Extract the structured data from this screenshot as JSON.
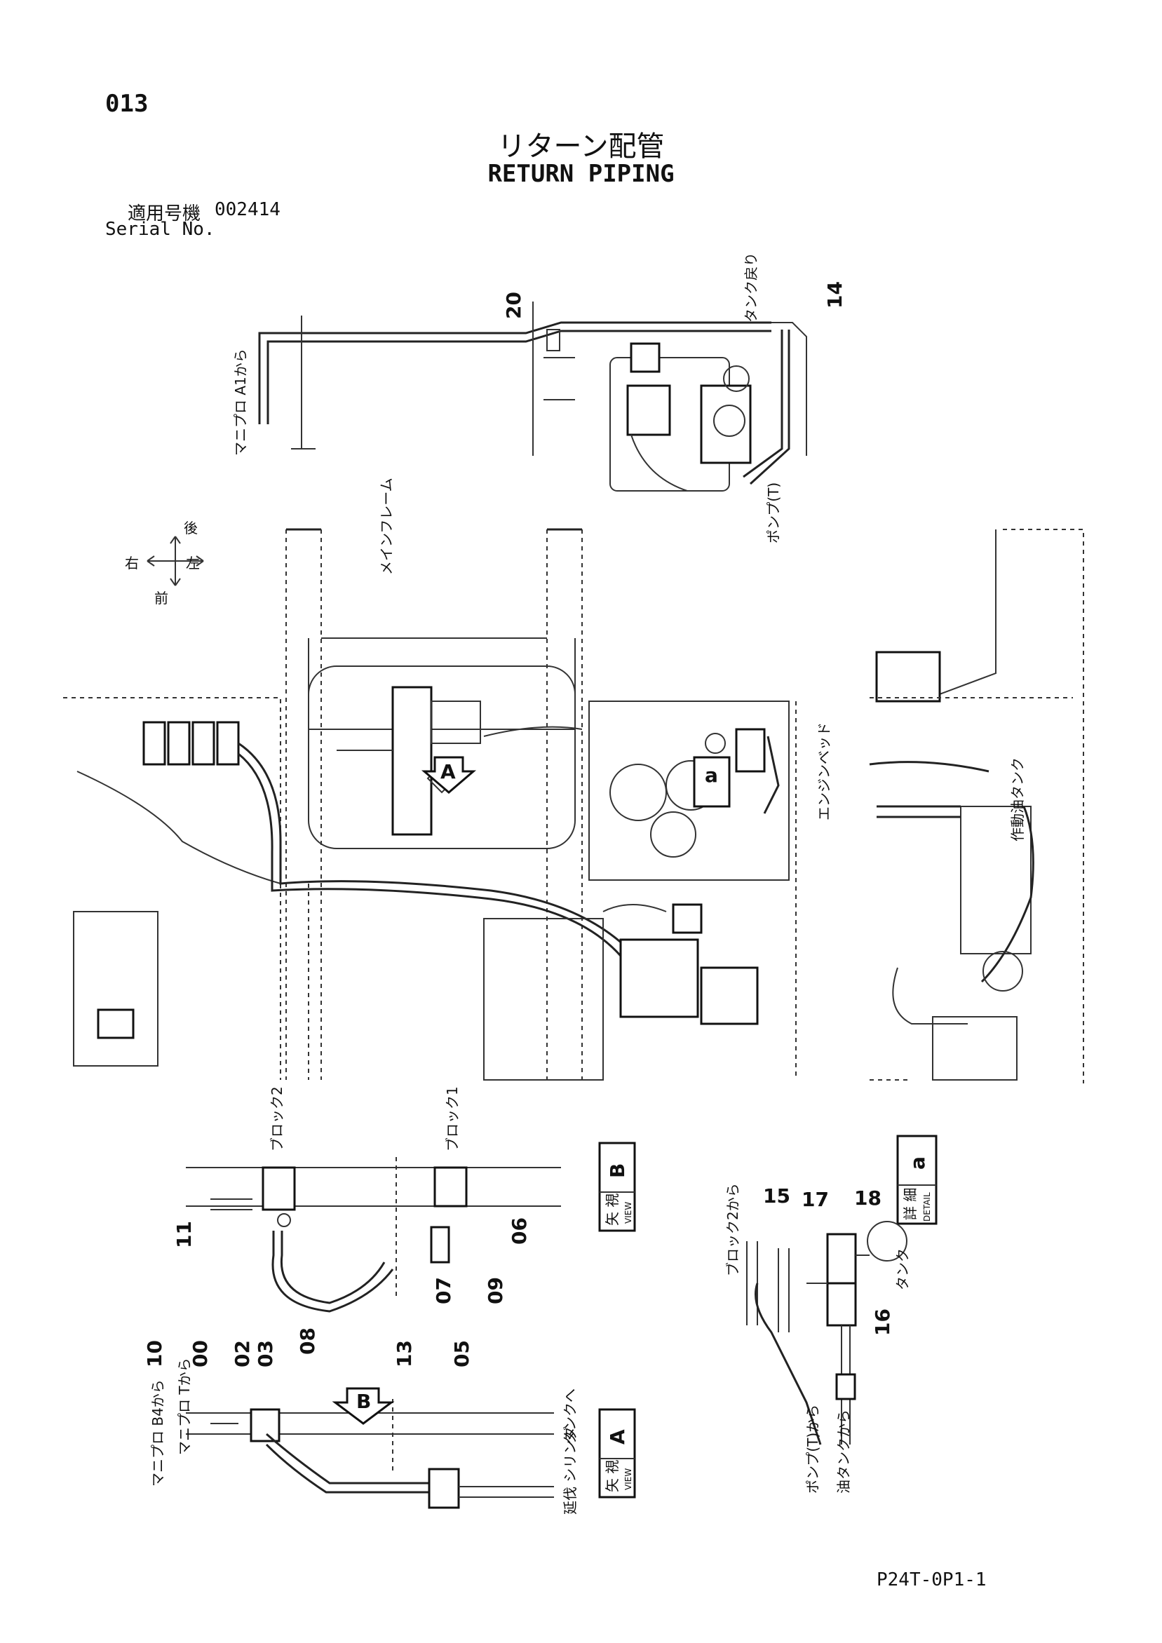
{
  "page_number": "013",
  "title_jp": "リターン配管",
  "title_en": "RETURN PIPING",
  "serial": {
    "label_jp": "適用号機",
    "value": "002414",
    "label_en": "Serial No."
  },
  "doc_code": "P24T-0P1-1",
  "part_numbers": {
    "p20": "20",
    "p14": "14",
    "p11": "11",
    "p06": "06",
    "p07": "07",
    "p08": "08",
    "p09": "09",
    "p10": "10",
    "p00": "00",
    "p02": "02",
    "p03": "03",
    "p13": "13",
    "p05": "05",
    "p15": "15",
    "p17": "17",
    "p18": "18",
    "p16": "16"
  },
  "labels": {
    "manifold_a1": "マニプロ A1から",
    "tank_return": "タンク戻り",
    "pump_t": "ポンプ(T)",
    "main_frame": "メインフレーム",
    "engine_bed": "エンジンベッド",
    "hyd_tank": "作動油タンク",
    "block2": "ブロック2",
    "block1": "ブロック1",
    "view_a_jp": "矢 視",
    "view_a_en": "VIEW",
    "view_a_letter": "A",
    "view_b_letter": "B",
    "detail_jp": "詳 細",
    "detail_en": "DETAIL",
    "detail_letter": "a",
    "from_block2": "ブロック2から",
    "tank": "タンク",
    "from_pump_t": "ポンプ(T)から",
    "from_oil_tank": "油タンクから",
    "manifold_t": "マニプロ Tから",
    "manifold_b4": "マニプロ B4から",
    "to_tank": "タンクへ",
    "boom_cyl": "延伐 シリンダ",
    "dir_right": "右",
    "dir_rear": "後",
    "dir_left": "左",
    "dir_front": "前",
    "arrow_a": "A",
    "arrow_b": "B",
    "marker_a": "a"
  }
}
